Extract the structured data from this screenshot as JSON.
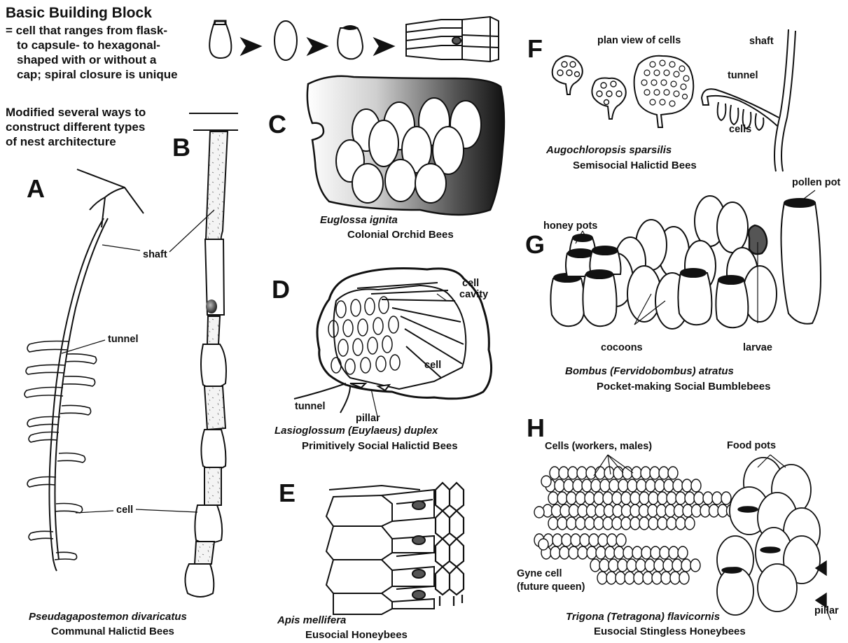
{
  "intro": {
    "title": "Basic Building Block",
    "lines": [
      "= cell that ranges from flask-",
      "to capsule- to hexagonal-",
      "shaped with or without a",
      "cap;  spiral closure is unique"
    ],
    "modified": [
      "Modified several ways to",
      "construct different types",
      "of nest architecture"
    ]
  },
  "panels": {
    "A": {
      "letter": "A",
      "labels": [
        "shaft",
        "tunnel",
        "cell"
      ],
      "species": "Pseudagapostemon divaricatus",
      "group": "Communal Halictid Bees"
    },
    "B": {
      "letter": "B"
    },
    "C": {
      "letter": "C",
      "species": "Euglossa ignita",
      "group": "Colonial Orchid Bees"
    },
    "D": {
      "letter": "D",
      "labels": [
        "cell",
        "cavity",
        "cell",
        "tunnel",
        "pillar"
      ],
      "species": "Lasioglossum (Euylaeus) duplex",
      "group": "Primitively Social Halictid Bees"
    },
    "E": {
      "letter": "E",
      "species": "Apis mellifera",
      "group": "Eusocial Honeybees"
    },
    "F": {
      "letter": "F",
      "labels": [
        "plan view of cells",
        "shaft",
        "tunnel",
        "cells"
      ],
      "species": "Augochloropsis sparsilis",
      "group": "Semisocial Halictid Bees"
    },
    "G": {
      "letter": "G",
      "labels": [
        "pollen pot",
        "honey pots",
        "cocoons",
        "larvae"
      ],
      "species": "Bombus (Fervidobombus) atratus",
      "group": "Pocket-making Social Bumblebees"
    },
    "H": {
      "letter": "H",
      "labels": [
        "Cells (workers, males)",
        "Food pots",
        "Gyne cell",
        "(future queen)",
        "pillar"
      ],
      "species": "Trigona (Tetragona) flavicornis",
      "group": "Eusocial Stingless Honeybees"
    }
  }
}
